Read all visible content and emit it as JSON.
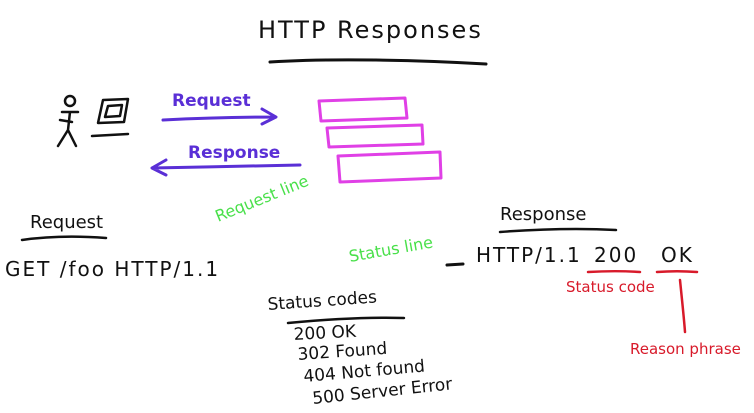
{
  "title": "HTTP Responses",
  "arrows": {
    "request_label": "Request",
    "response_label": "Response"
  },
  "request": {
    "heading": "Request",
    "line": "GET /foo HTTP/1.1",
    "annotation": "Request line"
  },
  "response": {
    "heading": "Response",
    "version": "HTTP/1.1",
    "code": "200",
    "reason": "OK",
    "status_line_annotation": "Status line",
    "status_code_annotation": "Status code",
    "reason_phrase_annotation": "Reason phrase"
  },
  "status_codes": {
    "heading": "Status codes",
    "items": [
      "200 OK",
      "302 Found",
      "404 Not found",
      "500 Server Error"
    ]
  },
  "colors": {
    "ink": "#111111",
    "purple": "#5a2fd6",
    "magenta": "#e040e6",
    "green": "#49e04a",
    "red": "#d81a2a"
  }
}
